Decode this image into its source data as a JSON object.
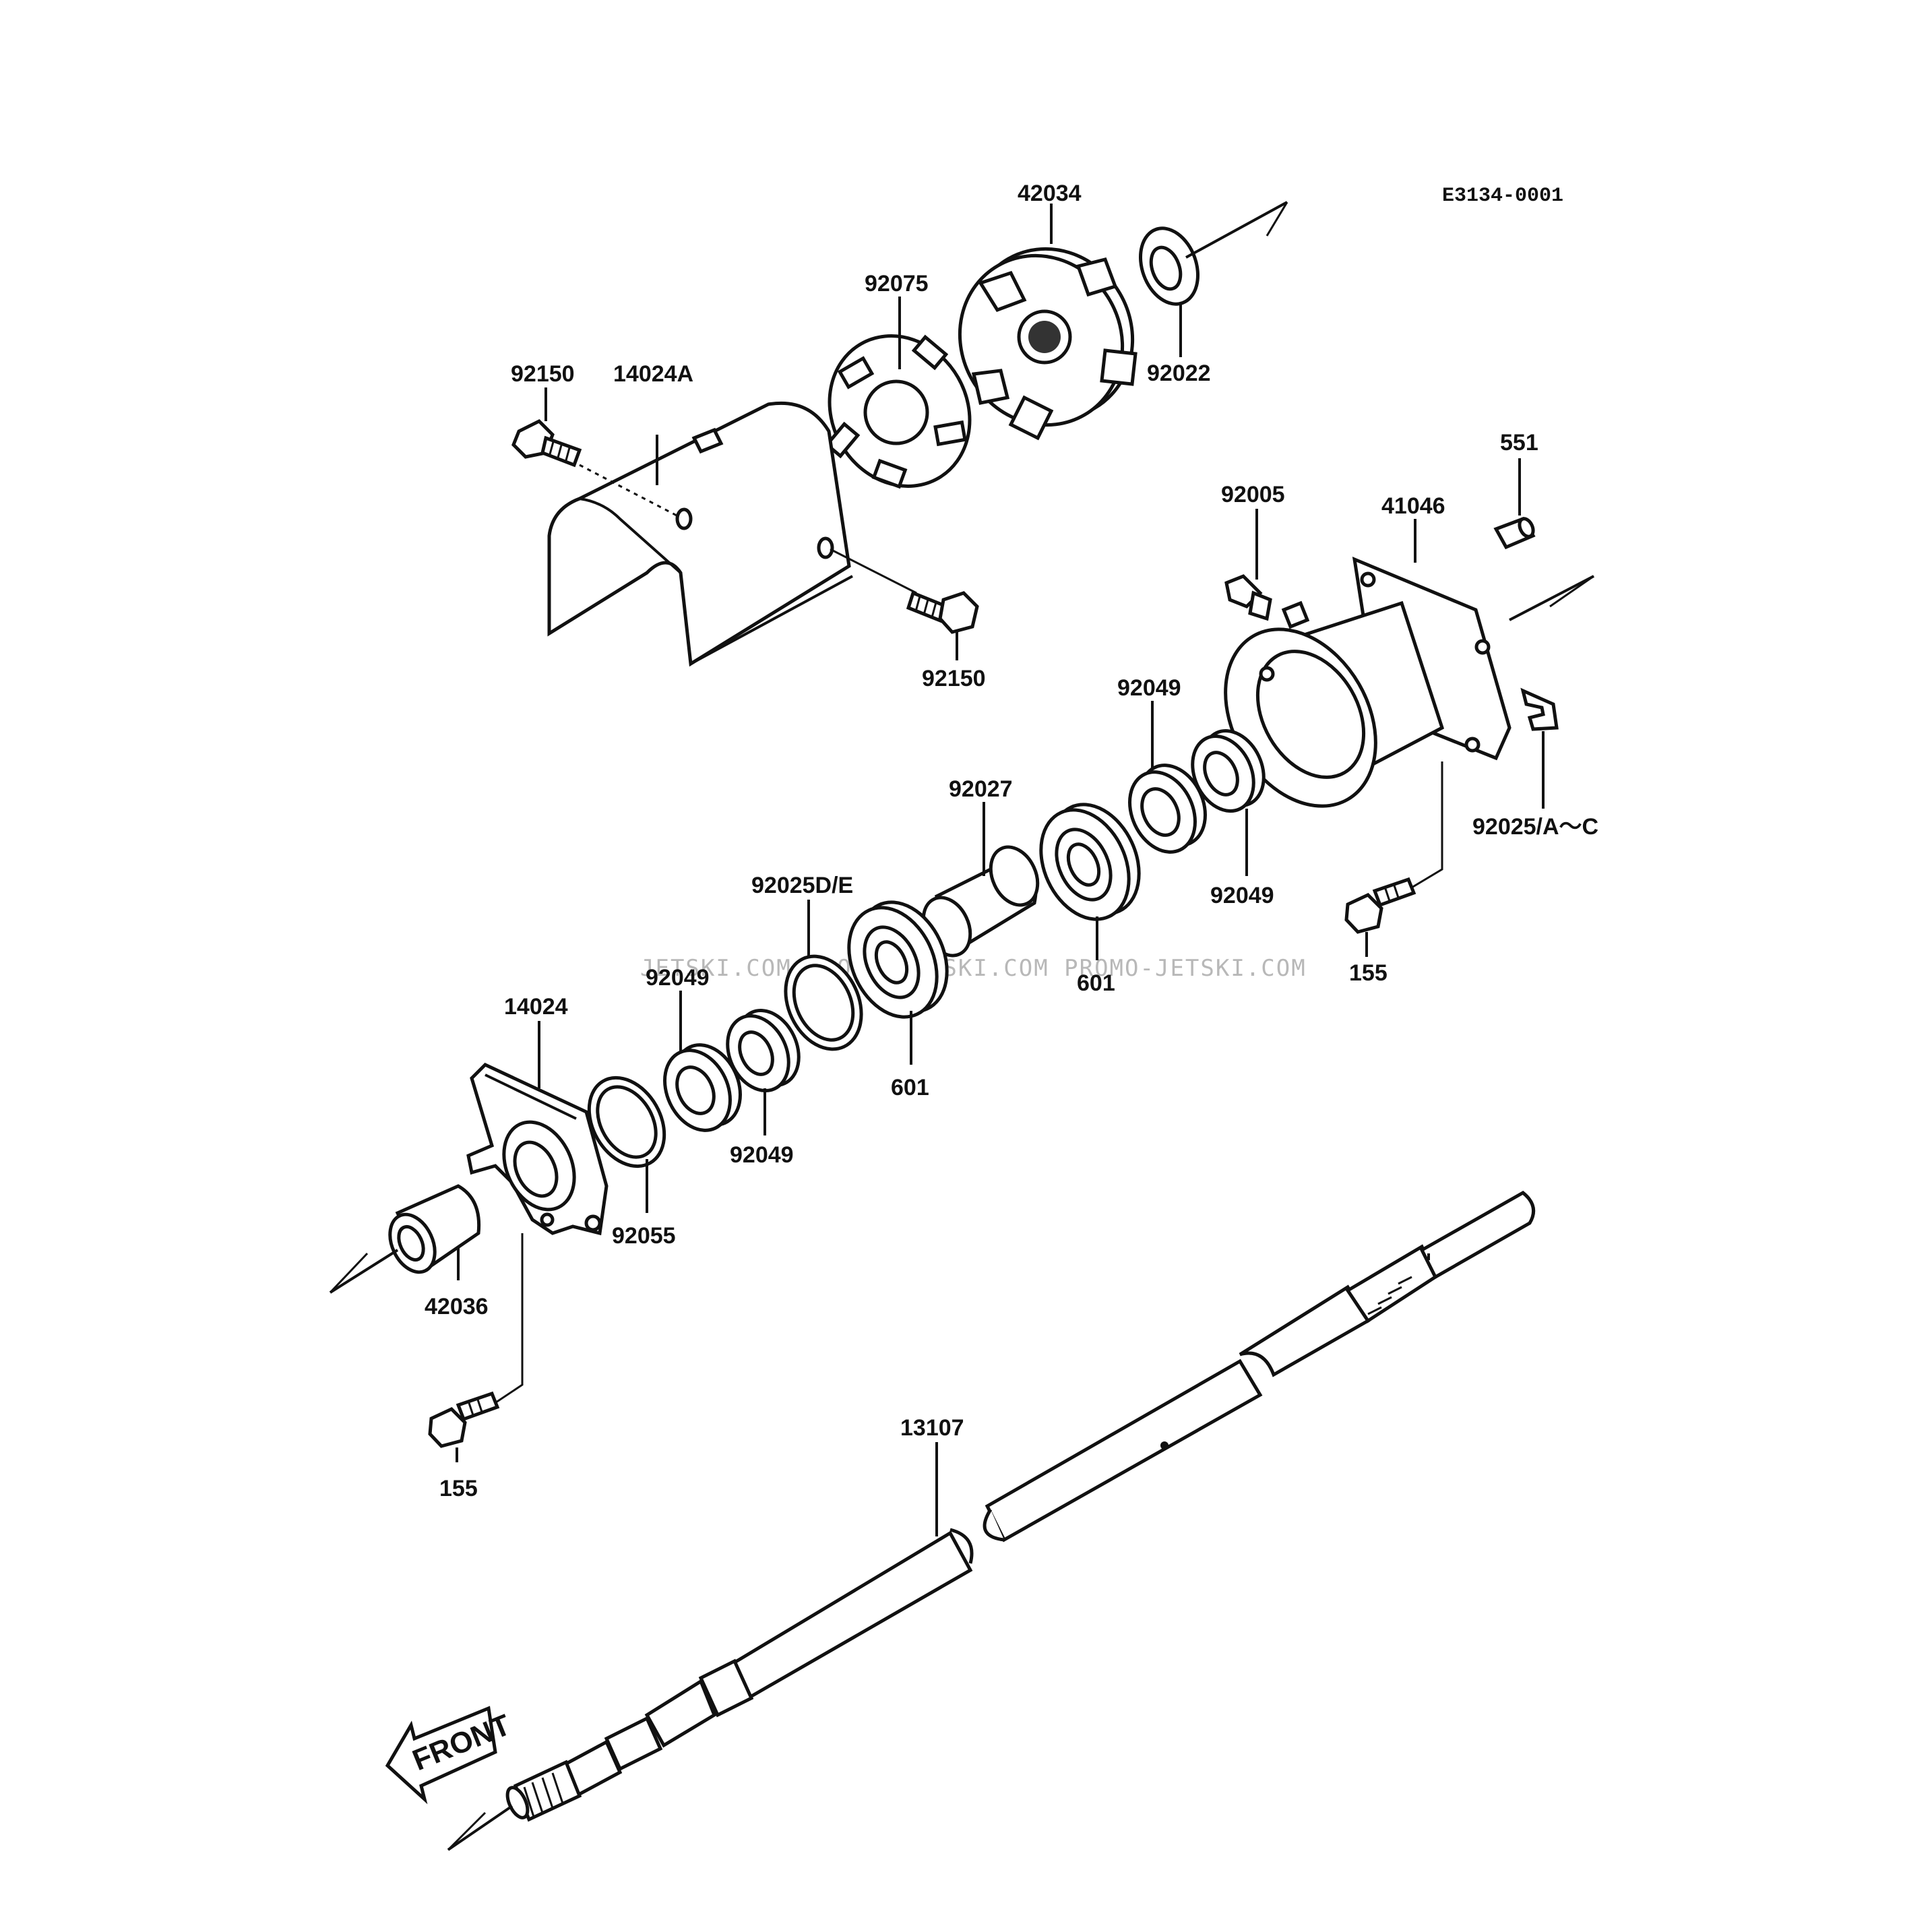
{
  "drawing_code": "E3134-0001",
  "watermark": "JETSKI.COM  PROMO-JETSKI.COM  PROMO-JETSKI.COM",
  "front_label": "FRONT",
  "parts": {
    "p42034": "42034",
    "p92075": "92075",
    "p92022": "92022",
    "p92150_top": "92150",
    "p14024A": "14024A",
    "p92150_mid": "92150",
    "p551": "551",
    "p92005": "92005",
    "p41046": "41046",
    "p92049_a": "92049",
    "p92049_b": "92049",
    "p92027": "92027",
    "p92025AC": "92025/A～C",
    "p92025DE": "92025D/E",
    "p601_a": "601",
    "p601_b": "601",
    "p155_right": "155",
    "p14024": "14024",
    "p92049_c": "92049",
    "p92049_d": "92049",
    "p92055": "92055",
    "p42036": "42036",
    "p155_left": "155",
    "p13107": "13107"
  }
}
